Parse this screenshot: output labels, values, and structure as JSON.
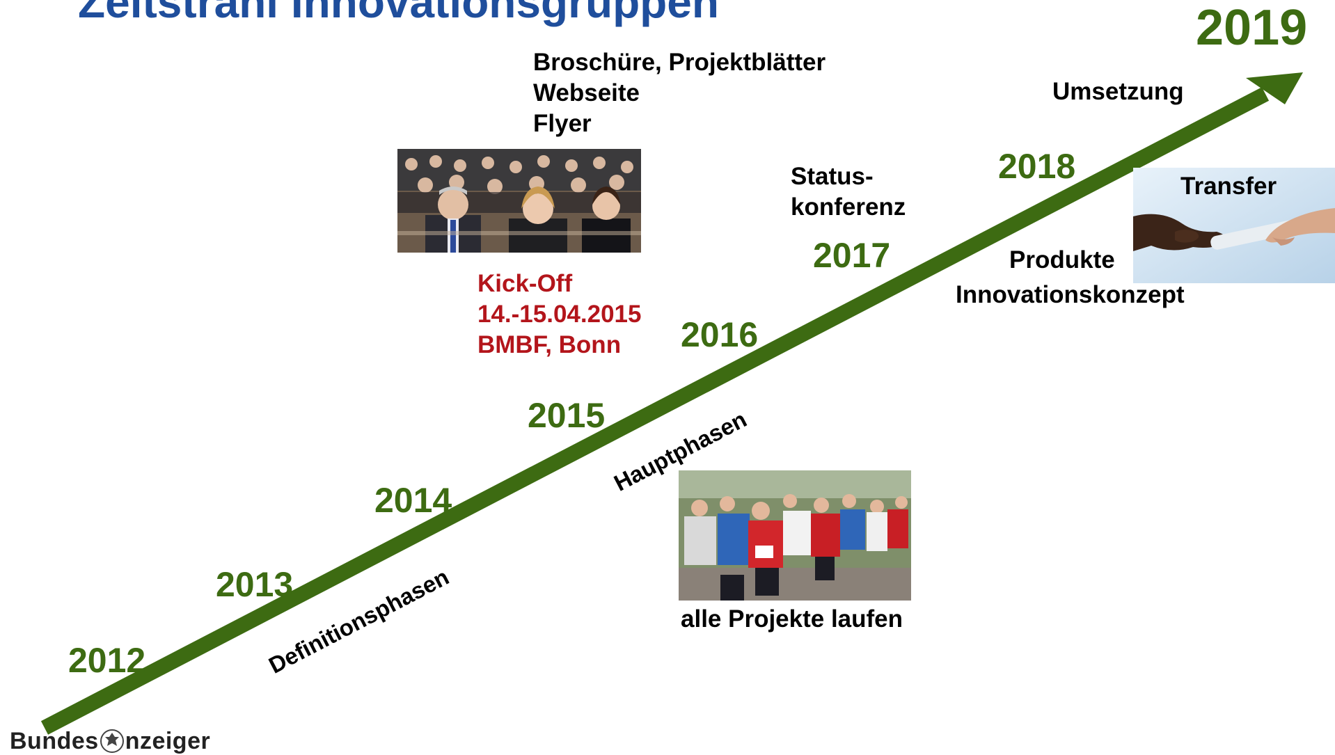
{
  "title": "Zeitstrahl Innovationsgruppen",
  "colors": {
    "title": "#1f4e9c",
    "arrow": "#3d6b12",
    "years": "#3d6b12",
    "kickoff": "#b3151b"
  },
  "years": {
    "y2012": "2012",
    "y2013": "2013",
    "y2014": "2014",
    "y2015": "2015",
    "y2016": "2016",
    "y2017": "2017",
    "y2018": "2018",
    "y2019": "2019"
  },
  "phases": {
    "definition": "Definitionsphasen",
    "main": "Hauptphasen"
  },
  "media": {
    "line1": "Broschüre, Projektblätter",
    "line2": "Webseite",
    "line3": "Flyer"
  },
  "kickoff": {
    "line1": "Kick-Off",
    "line2": "14.-15.04.2015",
    "line3": "BMBF, Bonn"
  },
  "status": {
    "line1": "Status-",
    "line2": "konferenz"
  },
  "implementation": "Umsetzung",
  "transfer": "Transfer",
  "products": {
    "line1": "Produkte",
    "line2": "Innovationskonzept"
  },
  "running": "alle Projekte laufen",
  "logo": {
    "part1": "Bundes",
    "part2": "nzeiger"
  },
  "icons": {
    "conference_photo": "conference-audience-photo",
    "runners_photo": "runners-photo",
    "relay_photo": "relay-baton-handover-photo",
    "logo_eagle": "federal-eagle-icon"
  }
}
